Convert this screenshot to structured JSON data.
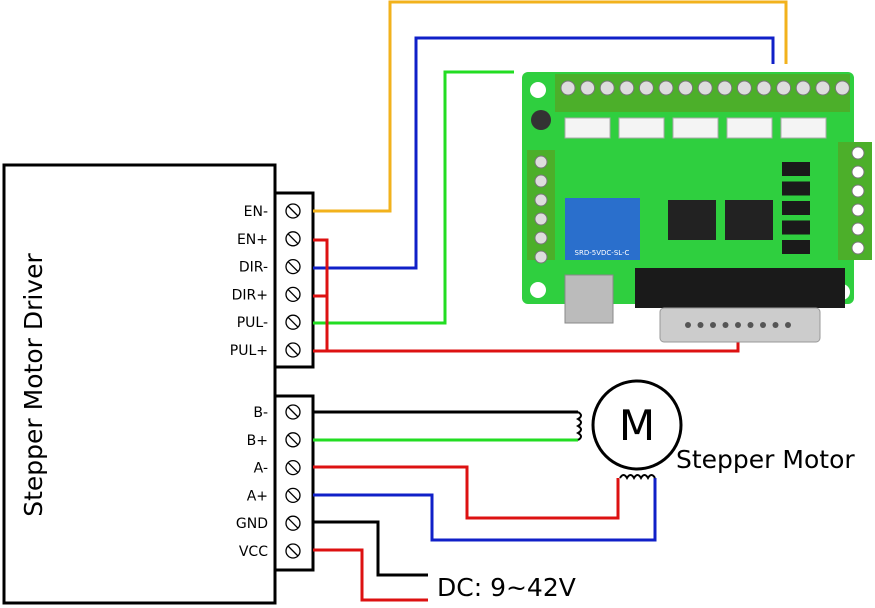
{
  "driver": {
    "title": "Stepper Motor Driver",
    "control_terminals": [
      "EN-",
      "EN+",
      "DIR-",
      "DIR+",
      "PUL-",
      "PUL+"
    ],
    "power_terminals": [
      "B-",
      "B+",
      "A-",
      "A+",
      "GND",
      "VCC"
    ]
  },
  "motor": {
    "symbol": "M",
    "label": "Stepper Motor"
  },
  "power_supply": {
    "label": "DC: 9~42V"
  },
  "board": {
    "relay_text": "SRD-5VDC-SL-C"
  },
  "colors": {
    "en_wire": "#f2b21c",
    "dir_wire": "#1020c8",
    "pul_wire": "#22dd22",
    "positive_wire": "#dd1111",
    "ground_wire": "#000000",
    "board": "#2fcf3f"
  }
}
